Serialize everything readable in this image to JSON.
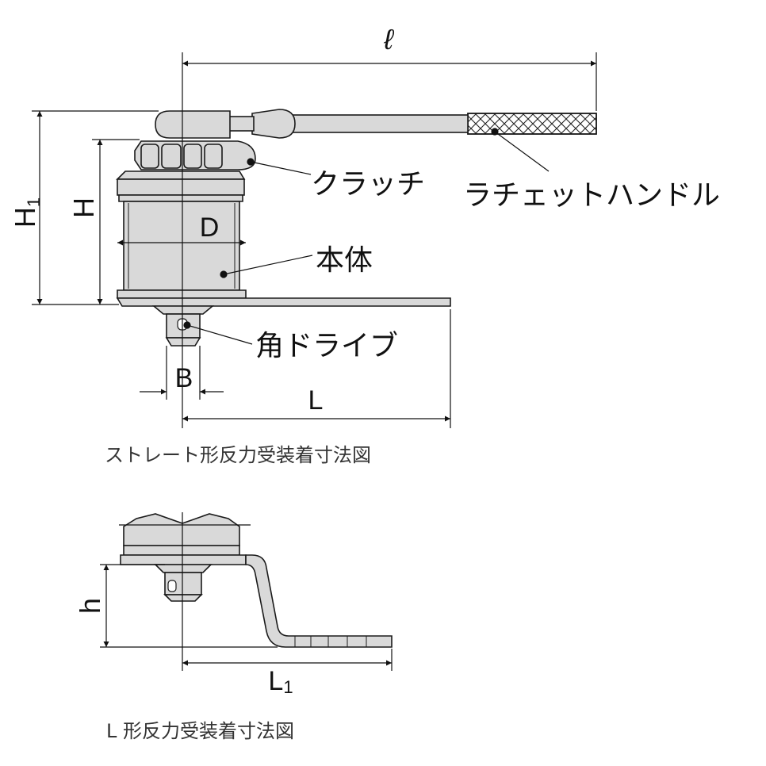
{
  "dimensions": {
    "l": "ℓ",
    "H1_main": "H",
    "H1_sub": "1",
    "H": "H",
    "D": "D",
    "B": "B",
    "L": "L",
    "h": "h",
    "L1_main": "L",
    "L1_sub": "1"
  },
  "labels": {
    "clutch": "クラッチ",
    "ratchet_handle": "ラチェットハンドル",
    "body": "本体",
    "square_drive": "角ドライブ"
  },
  "captions": {
    "straight": "ストレート形反力受装着寸法図",
    "l_shape": "L 形反力受装着寸法図"
  },
  "colors": {
    "metal_fill": "#d9d9d9",
    "outline": "#1a1a1a",
    "background": "#ffffff"
  }
}
